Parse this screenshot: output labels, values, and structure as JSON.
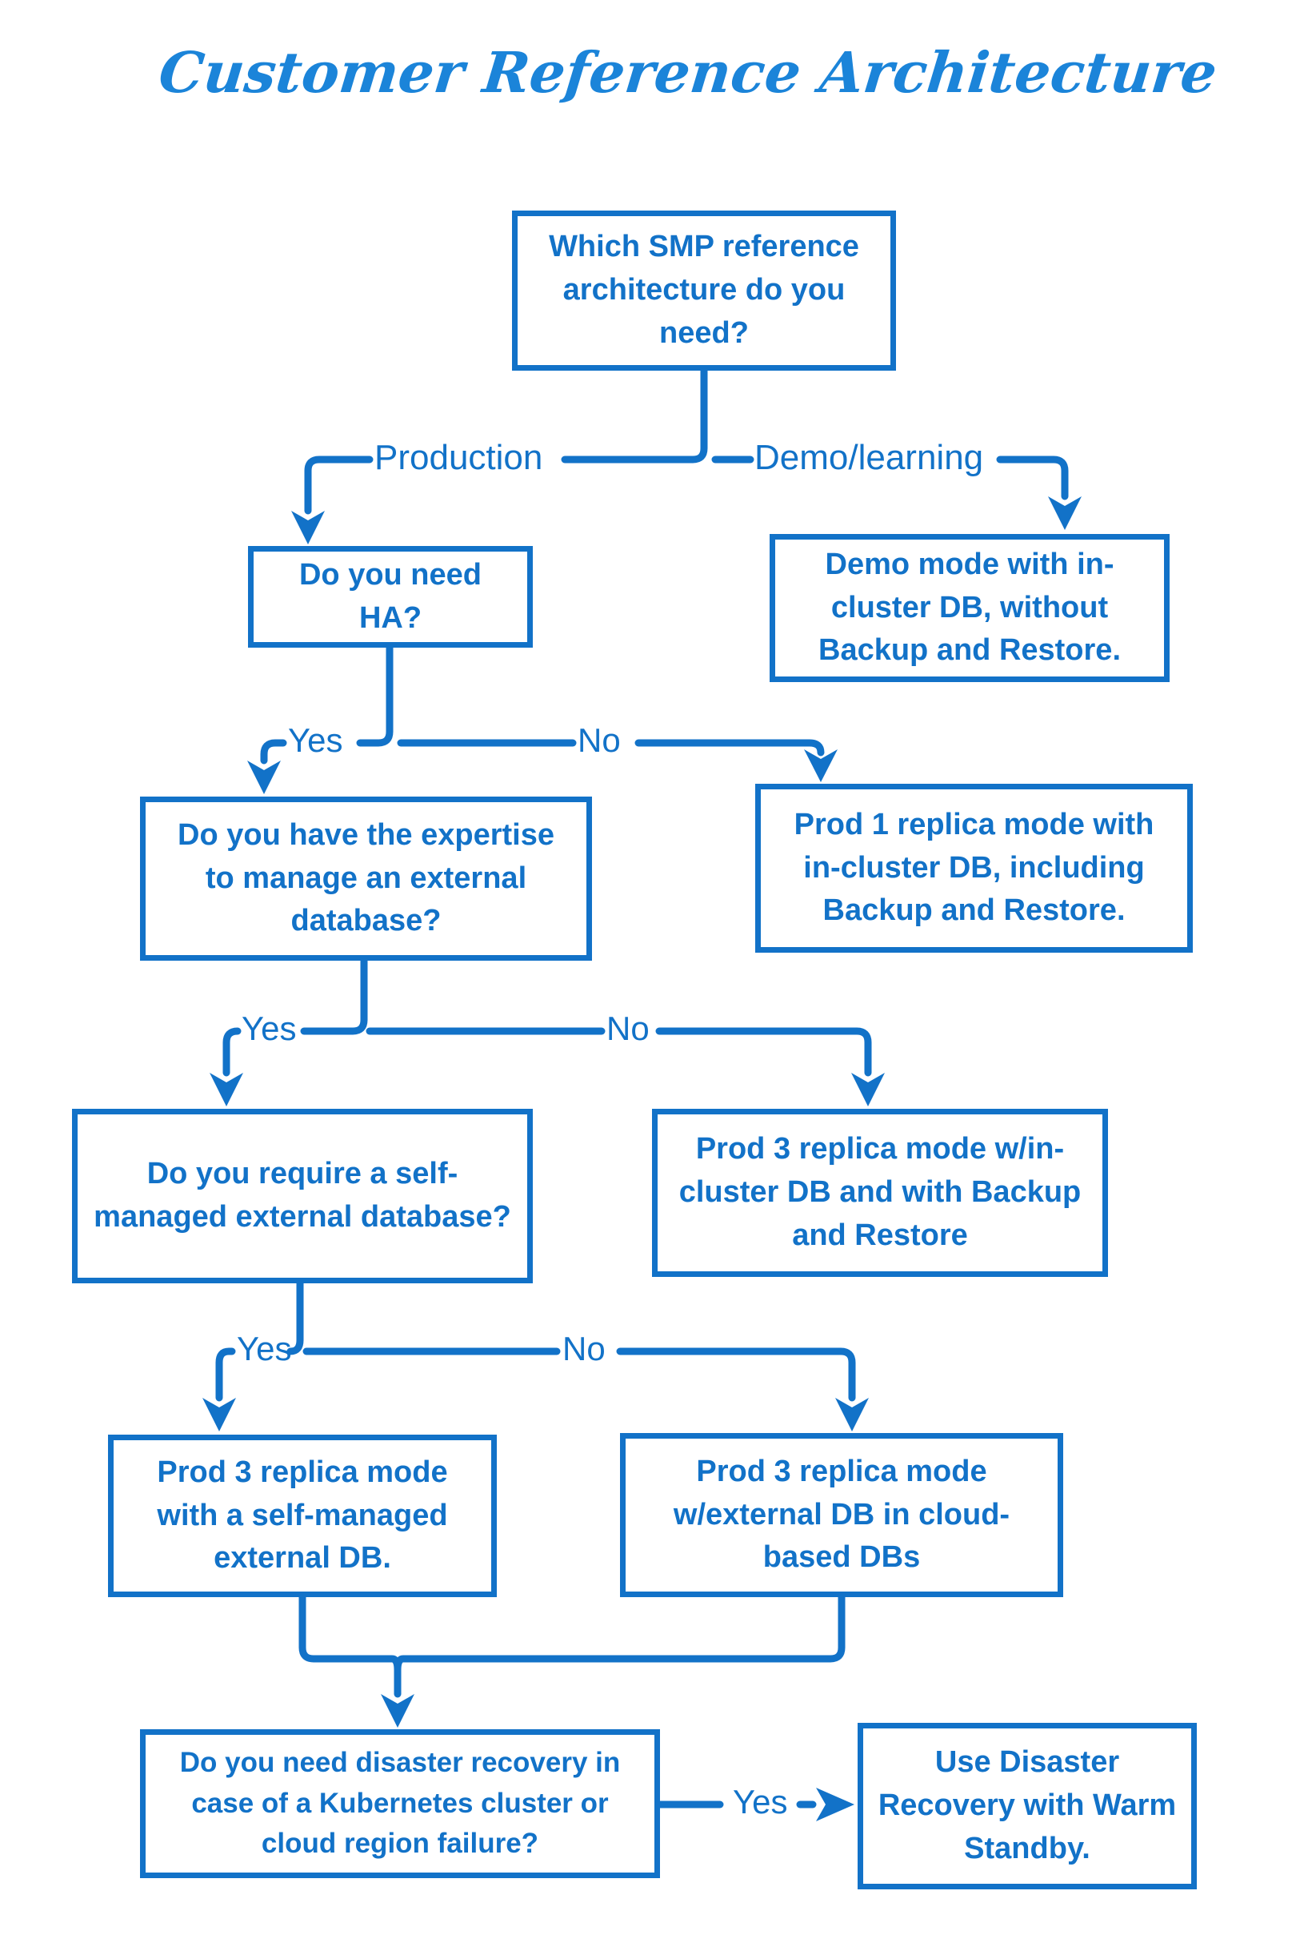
{
  "title": "Customer Reference Architecture",
  "colors": {
    "accent": "#1272c8",
    "title": "#1b84d9",
    "background": "#ffffff"
  },
  "nodes": {
    "root": {
      "text": "Which SMP reference architecture do you need?"
    },
    "ha": {
      "text": "Do you need HA?"
    },
    "demo": {
      "text": "Demo mode with in-cluster DB, without Backup and Restore."
    },
    "expertise": {
      "text": "Do you have the expertise to manage an external database?"
    },
    "prod1": {
      "text": "Prod 1 replica mode with in-cluster DB, including Backup and Restore."
    },
    "selfmanaged": {
      "text": "Do you require a self-managed external database?"
    },
    "prod3_incluster": {
      "text": "Prod 3 replica mode w/in-cluster DB and with Backup and Restore"
    },
    "prod3_selfmanaged": {
      "text": "Prod 3 replica mode with a self-managed external DB."
    },
    "prod3_cloud": {
      "text": "Prod 3 replica mode w/external DB in cloud-based DBs"
    },
    "dr": {
      "text": "Do you need disaster recovery in case of a Kubernetes cluster or cloud region failure?"
    },
    "warm": {
      "text": "Use Disaster Recovery with Warm Standby."
    }
  },
  "labels": {
    "production": "Production",
    "demo_learning": "Demo/learning",
    "ha_yes": "Yes",
    "ha_no": "No",
    "expertise_yes": "Yes",
    "expertise_no": "No",
    "selfmanaged_yes": "Yes",
    "selfmanaged_no": "No",
    "dr_yes": "Yes"
  },
  "edges": [
    {
      "from": "root",
      "label": "Production",
      "to": "ha"
    },
    {
      "from": "root",
      "label": "Demo/learning",
      "to": "demo"
    },
    {
      "from": "ha",
      "label": "Yes",
      "to": "expertise"
    },
    {
      "from": "ha",
      "label": "No",
      "to": "prod1"
    },
    {
      "from": "expertise",
      "label": "Yes",
      "to": "selfmanaged"
    },
    {
      "from": "expertise",
      "label": "No",
      "to": "prod3_incluster"
    },
    {
      "from": "selfmanaged",
      "label": "Yes",
      "to": "prod3_selfmanaged"
    },
    {
      "from": "selfmanaged",
      "label": "No",
      "to": "prod3_cloud"
    },
    {
      "from": "prod3_selfmanaged",
      "label": "",
      "to": "dr"
    },
    {
      "from": "prod3_cloud",
      "label": "",
      "to": "dr"
    },
    {
      "from": "dr",
      "label": "Yes",
      "to": "warm"
    }
  ]
}
